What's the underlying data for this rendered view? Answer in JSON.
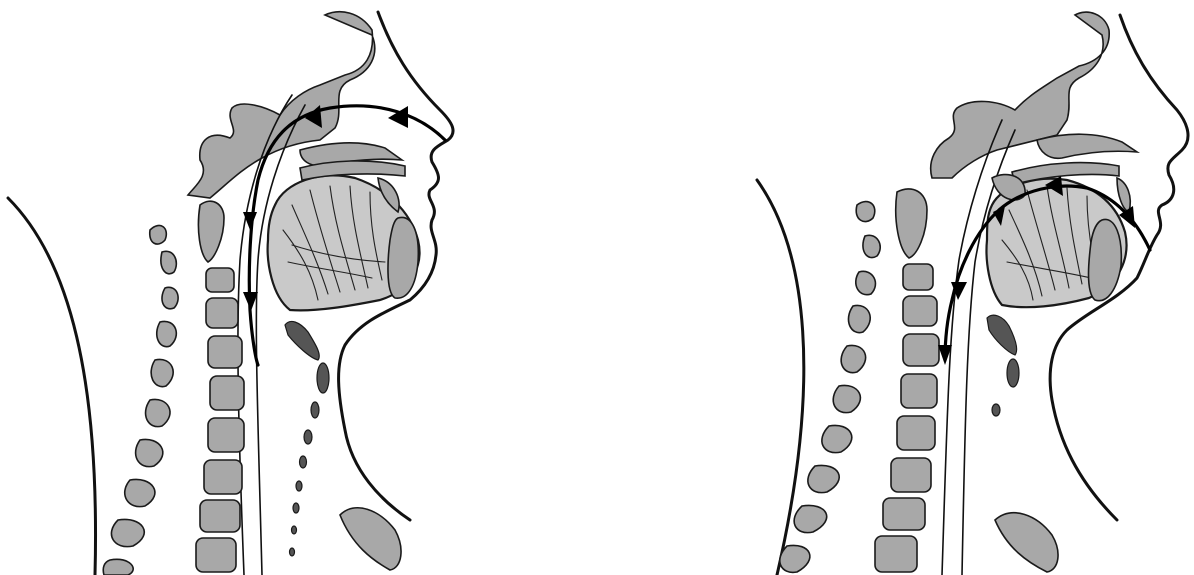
{
  "figure": {
    "panels": [
      {
        "id": "nasal-tube-path",
        "flow": "nose-to-esophagus"
      },
      {
        "id": "oral-tube-path",
        "flow": "mouth-to-esophagus"
      }
    ],
    "colors": {
      "bone": "#a8a8a8",
      "tongue": "#c9c9c9",
      "cartilage": "#555555",
      "outline": "#111111",
      "background": "#ffffff"
    }
  }
}
